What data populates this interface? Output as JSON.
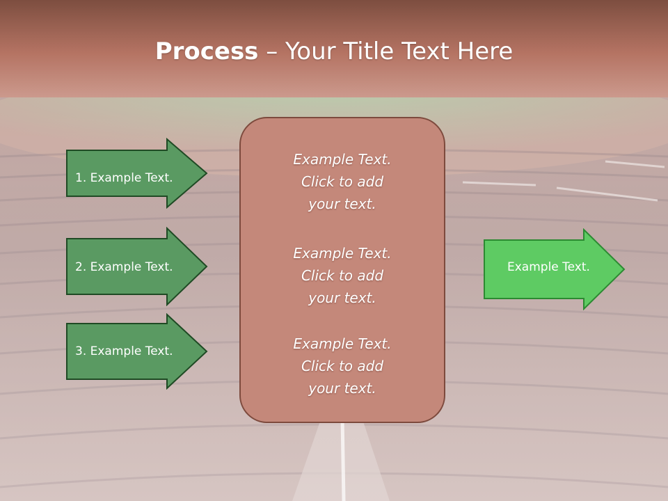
{
  "title": {
    "bold": "Process",
    "rest": " – Your Title Text Here"
  },
  "left_arrows": [
    {
      "label": "1. Example Text."
    },
    {
      "label": "2. Example Text."
    },
    {
      "label": "3. Example Text."
    }
  ],
  "center_box": {
    "paragraphs": [
      {
        "line1": "Example Text.",
        "line2": "Click  to add",
        "line3": "your text."
      },
      {
        "line1": "Example Text.",
        "line2": "Click  to add",
        "line3": "your text."
      },
      {
        "line1": "Example Text.",
        "line2": "Click  to add",
        "line3": "your text."
      }
    ]
  },
  "right_arrow": {
    "label": "Example Text."
  },
  "colors": {
    "left_arrow_fill": "#5a9a62",
    "left_arrow_border": "#1f4a24",
    "right_arrow_fill": "#5ecb63",
    "right_arrow_border": "#2c8a32",
    "box_fill": "#c4887a",
    "box_border": "#7d4a3d"
  }
}
